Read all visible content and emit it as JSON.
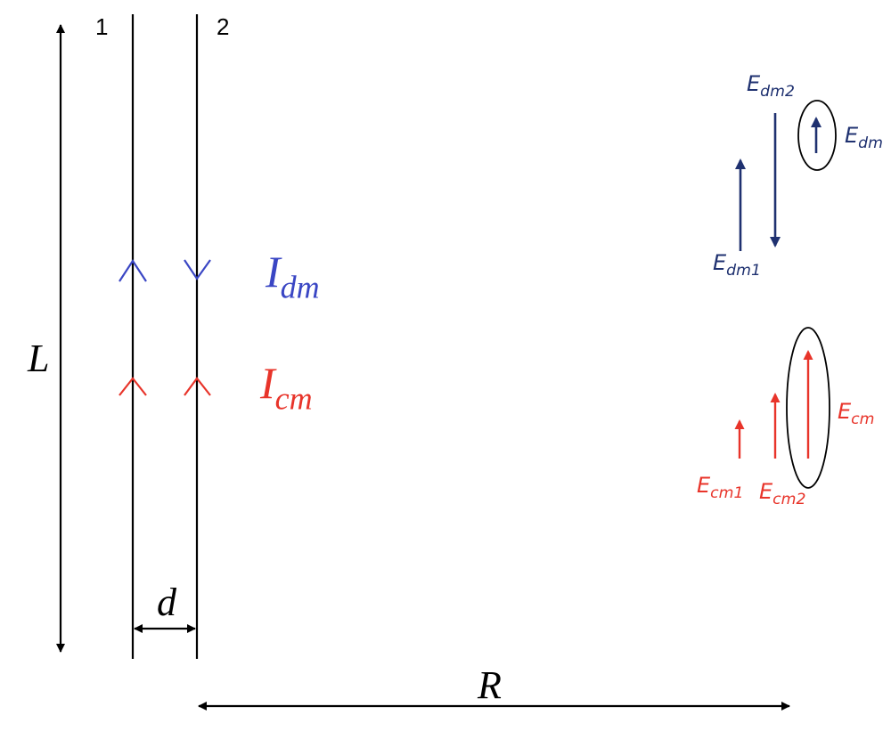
{
  "wires": {
    "wire_1_label": "1",
    "wire_2_label": "2"
  },
  "dimensions": {
    "length_label": "L",
    "spacing_label": "d",
    "distance_label": "R"
  },
  "currents": {
    "differential": {
      "symbol": "I",
      "subscript": "dm"
    },
    "common": {
      "symbol": "I",
      "subscript": "cm"
    }
  },
  "fields": {
    "dm1": {
      "symbol": "E",
      "subscript": "dm1"
    },
    "dm2": {
      "symbol": "E",
      "subscript": "dm2"
    },
    "dm_total": {
      "symbol": "E",
      "subscript": "dm"
    },
    "cm1": {
      "symbol": "E",
      "subscript": "cm1"
    },
    "cm2": {
      "symbol": "E",
      "subscript": "cm2"
    },
    "cm_total": {
      "symbol": "E",
      "subscript": "cm"
    }
  },
  "colors": {
    "wire": "#000000",
    "differential_mode": "#3a46c4",
    "differential_field": "#1f3170",
    "common_mode": "#e8342a",
    "common_field": "#e8342a"
  }
}
